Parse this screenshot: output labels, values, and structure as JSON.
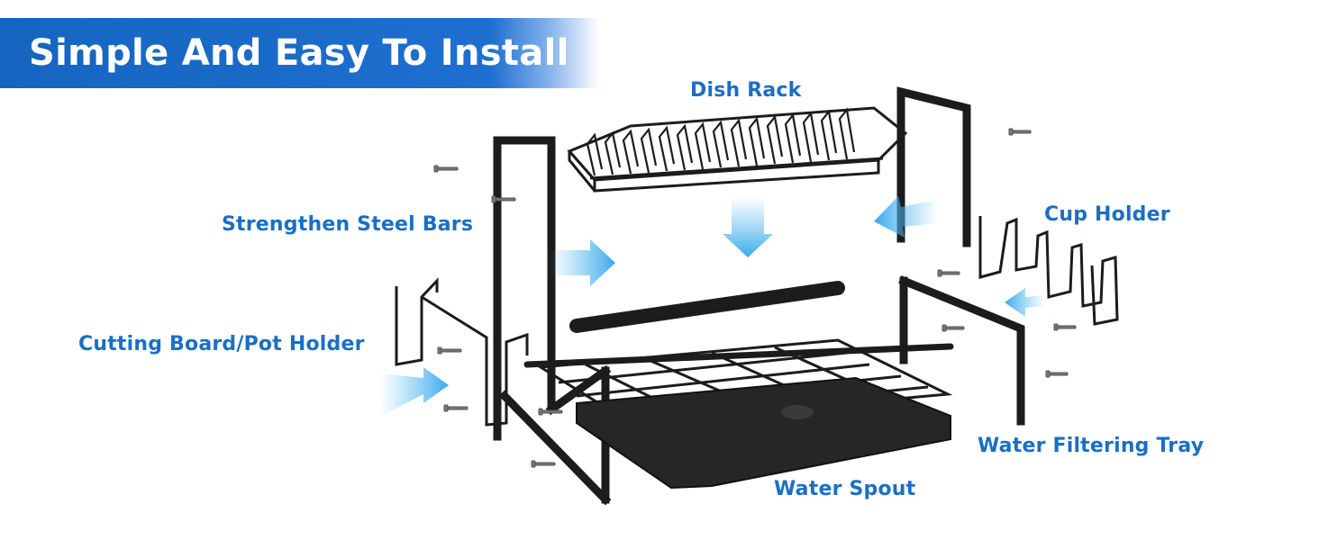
{
  "banner": {
    "title": "Simple And Easy To Install"
  },
  "labels": {
    "dish_rack": "Dish Rack",
    "steel_bars": "Strengthen Steel Bars",
    "cup_holder": "Cup Holder",
    "cutting_board": "Cutting Board/Pot Holder",
    "filter_tray": "Water Filtering Tray",
    "water_spout": "Water Spout"
  },
  "colors": {
    "banner_blue": "#1565c0",
    "label_blue": "#1a6fc4",
    "arrow_blue": "#5cc0f0",
    "frame_black": "#1c1c1c"
  },
  "icons": [
    "arrow-down-icon",
    "arrow-right-icon",
    "arrow-left-icon",
    "screw-icon"
  ]
}
